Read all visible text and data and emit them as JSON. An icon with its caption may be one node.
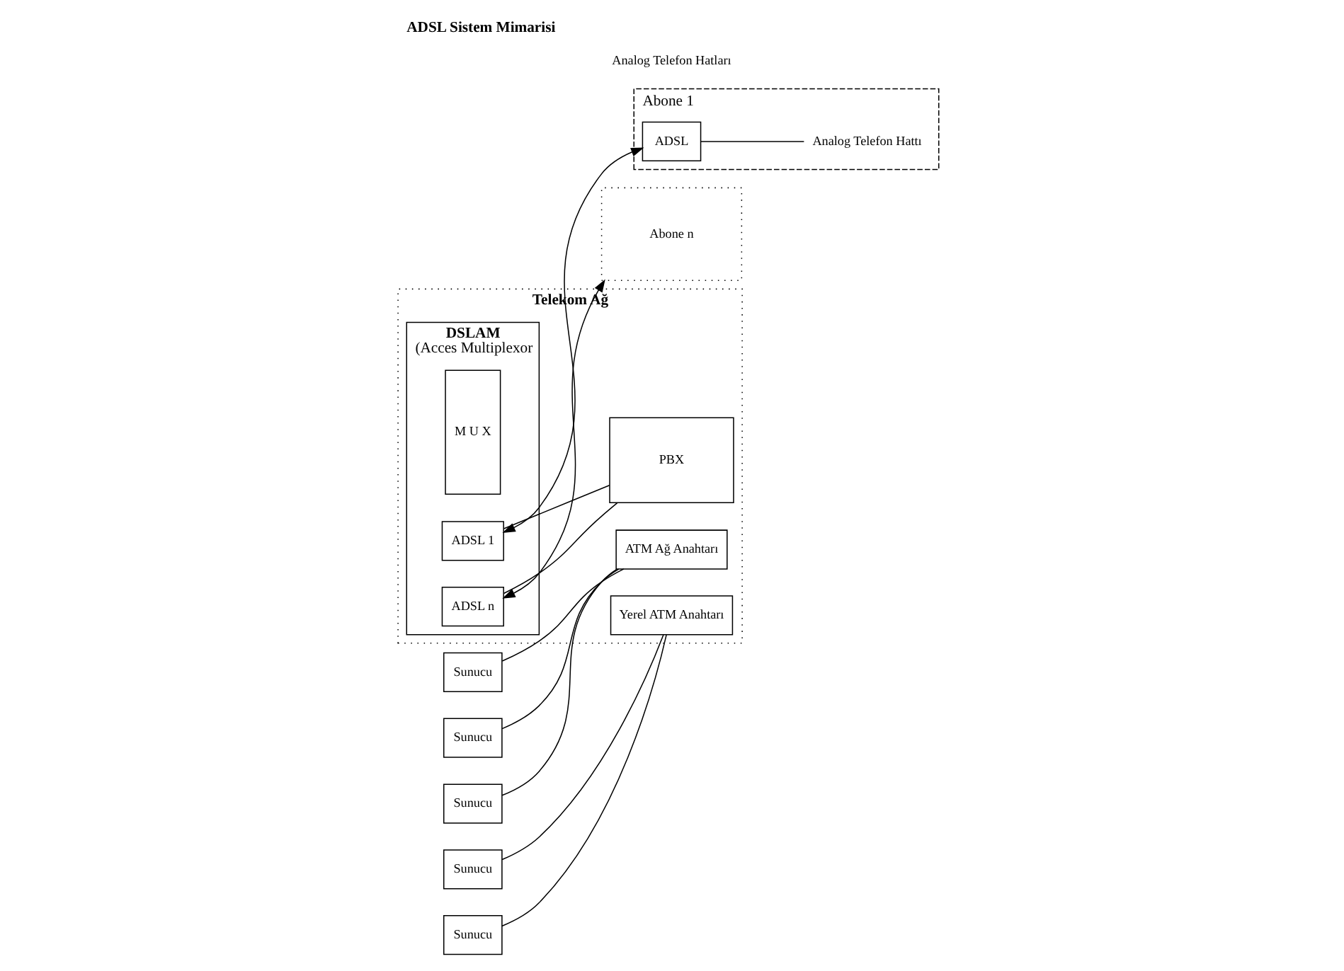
{
  "diagram": {
    "title": "ADSL Sistem Mimarisi",
    "nodes": [
      {
        "text": [
          "Telekom Ağ"
        ]
      },
      {
        "text": [
          "ATM Ağ Anahtarı"
        ],
        "in": 0
      },
      {
        "text": [
          "Yerel ATM Anahtarı"
        ],
        "in": 0
      },
      {
        "text": [
          "DSLAM",
          "(Acces Multiplexor"
        ],
        "in": 0
      },
      {
        "text": [
          "M U X"
        ],
        "in": 3
      },
      {
        "text": [
          "ADSL 1"
        ],
        "in": 3
      },
      {
        "text": [
          "ADSL n"
        ],
        "in": 3
      },
      {
        "text": [
          "PBX"
        ],
        "in": 0
      },
      {
        "text": [
          "Sunucu"
        ]
      },
      {
        "text": [
          "Sunucu"
        ]
      },
      {
        "text": [
          "Sunucu"
        ]
      },
      {
        "text": [
          "Sunucu"
        ]
      },
      {
        "text": [
          "Sunucu"
        ]
      },
      {
        "text": [
          "Abone 1"
        ]
      },
      {
        "text": [
          "ADSL"
        ],
        "in": 13
      },
      {
        "text": [
          "Analog Telefon Hattı"
        ],
        "in": 13
      },
      {
        "text": [
          "Abone n"
        ]
      }
    ],
    "edges": [
      {
        "from": 8,
        "to": 1,
        "arrow": "none"
      },
      {
        "from": 9,
        "to": 1,
        "arrow": "none"
      },
      {
        "from": 10,
        "to": 1,
        "arrow": "none"
      },
      {
        "from": 11,
        "to": 2,
        "arrow": "none"
      },
      {
        "from": 12,
        "to": 2,
        "arrow": "none"
      },
      {
        "from": 5,
        "to": 14,
        "arrow": "both"
      },
      {
        "from": 6,
        "to": 16,
        "arrow": "both"
      },
      {
        "from": 5,
        "to": 7,
        "arrow": "none"
      },
      {
        "from": 6,
        "to": 7,
        "arrow": "none"
      },
      {
        "from": 14,
        "to": 15,
        "arrow": "none"
      }
    ],
    "labels": [
      "Analog Telefon Hatları"
    ]
  }
}
